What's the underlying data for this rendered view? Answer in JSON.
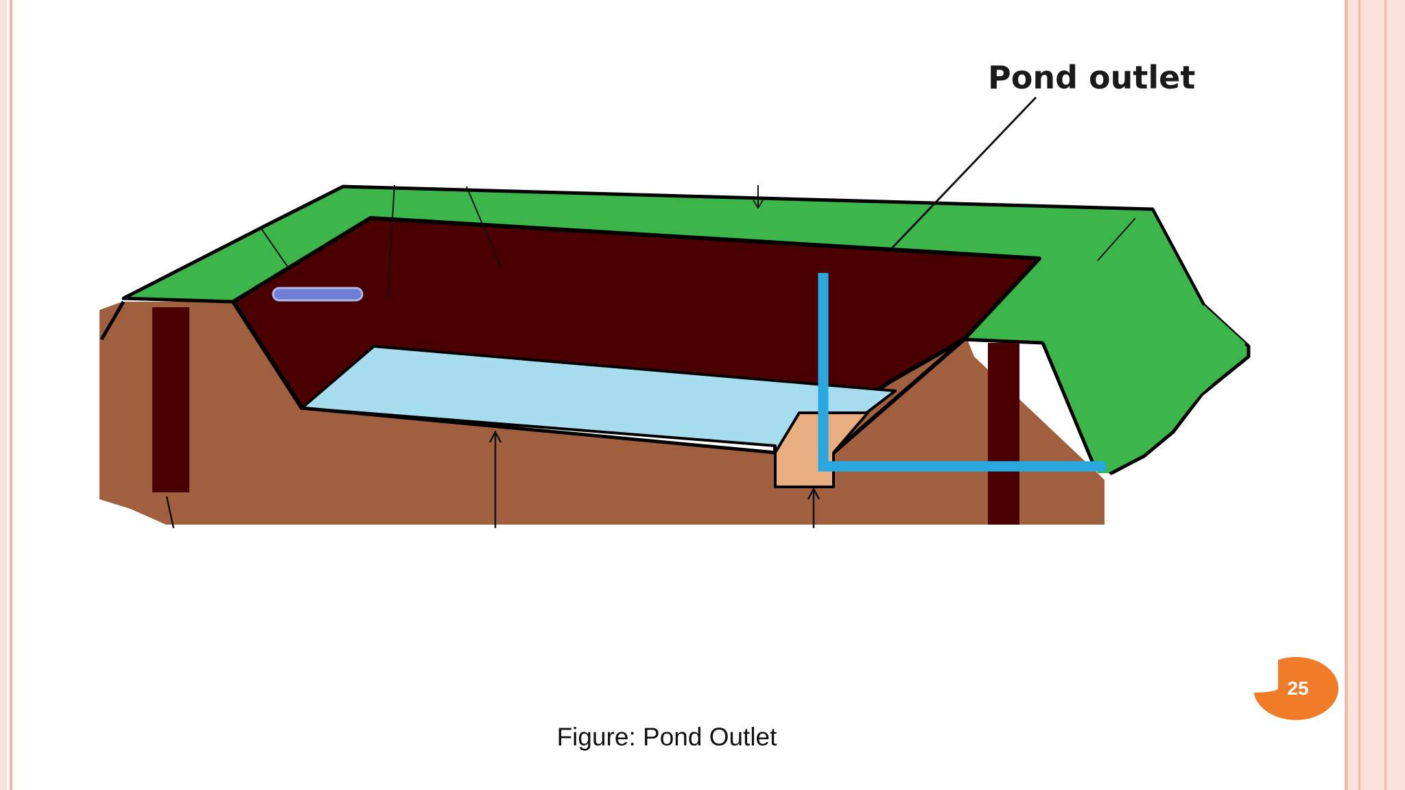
{
  "figure": {
    "callout_label": "Pond outlet",
    "caption": "Figure: Pond Outlet"
  },
  "page": {
    "number": "25"
  },
  "colors": {
    "frame_accent": "#f7b8a8",
    "embankment_green": "#3cb54a",
    "soil_brown": "#a0603f",
    "pond_interior": "#4a0000",
    "water": "#a8dcef",
    "outlet_pipe": "#29a8e0",
    "outlet_box": "#e8ae80",
    "page_badge": "#f07c2a"
  },
  "icons": {
    "page_badge": "orange-circle-badge"
  }
}
